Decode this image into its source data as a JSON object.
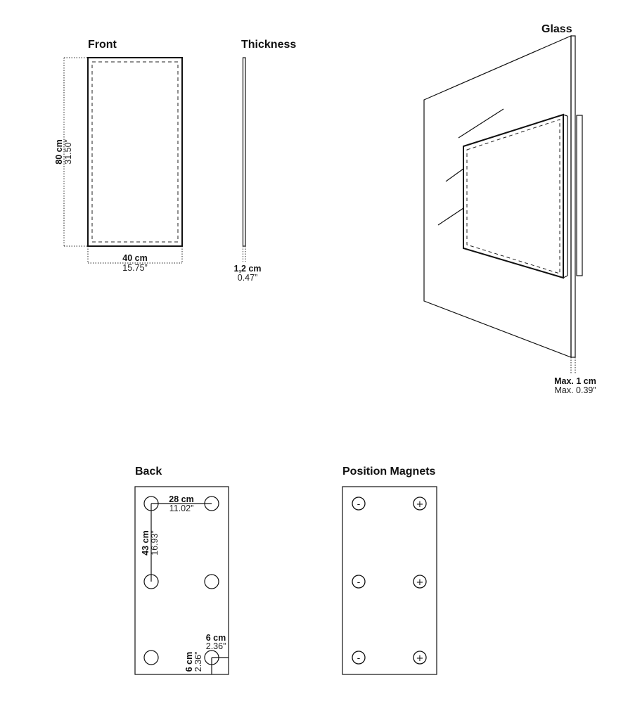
{
  "front": {
    "title": "Front",
    "height_cm": "80 cm",
    "height_in": "31.50”",
    "width_cm": "40 cm",
    "width_in": "15.75”"
  },
  "thickness": {
    "title": "Thickness",
    "value_cm": "1,2 cm",
    "value_in": "0.47”"
  },
  "glass": {
    "title": "Glass",
    "max_cm": "Max. 1 cm",
    "max_in": "Max. 0.39”"
  },
  "back": {
    "title": "Back",
    "horizontal_cm": "28 cm",
    "horizontal_in": "11.02”",
    "vertical_cm": "43 cm",
    "vertical_in": "16.93”",
    "offset_h_cm": "6 cm",
    "offset_h_in": "2.36”",
    "offset_v_cm": "6 cm",
    "offset_v_in": "2.36”"
  },
  "position_magnets": {
    "title": "Position Magnets",
    "left_sign": "-",
    "right_sign": "+"
  }
}
